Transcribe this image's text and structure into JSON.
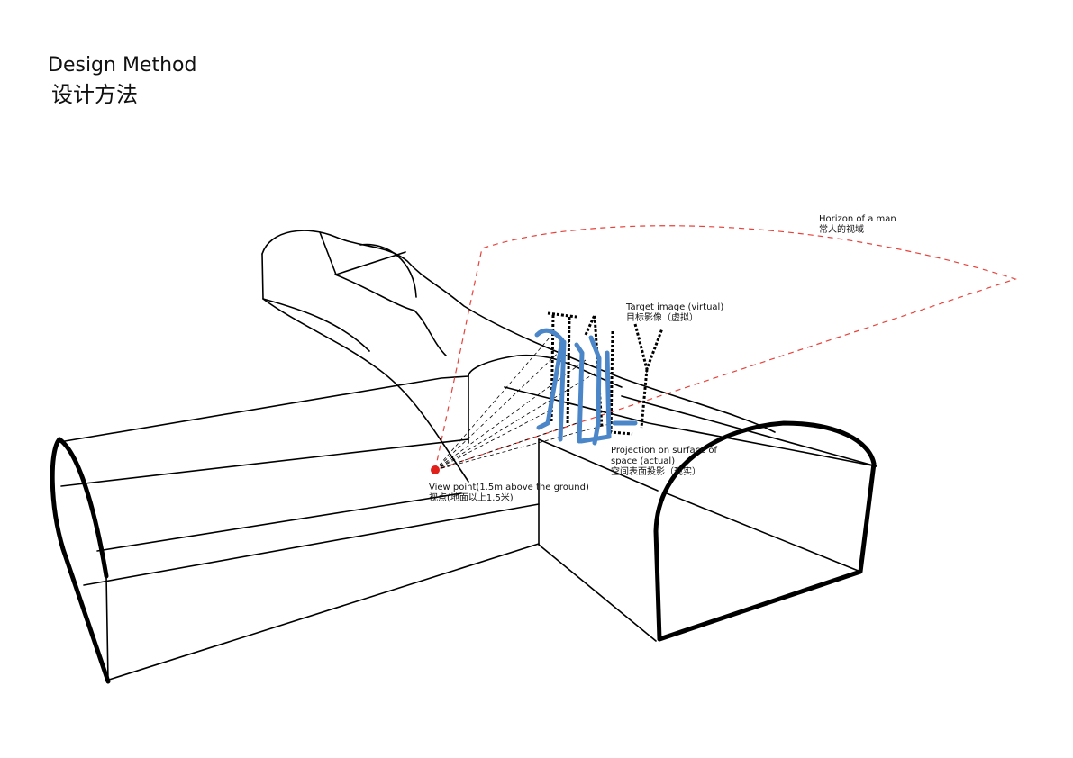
{
  "title": {
    "en": "Design Method",
    "zh": "设计方法"
  },
  "annotations": {
    "horizon": {
      "en": "Horizon of a man",
      "zh": "常人的视域"
    },
    "target": {
      "en": "Target image (virtual)",
      "zh": "目标影像（虚拟）"
    },
    "projection": {
      "en_line1": "Projection on surface of",
      "en_line2": "space (actual)",
      "zh": "空间表面投影（现实）"
    },
    "viewpoint": {
      "en": "View point(1.5m above the ground)",
      "zh": "视点(地面以上1.5米)"
    }
  },
  "colors": {
    "outline": "#000000",
    "horizon_dashed": "#e8413a",
    "viewpoint_dot": "#e0201b",
    "projection_blue": "#4a86c8"
  }
}
